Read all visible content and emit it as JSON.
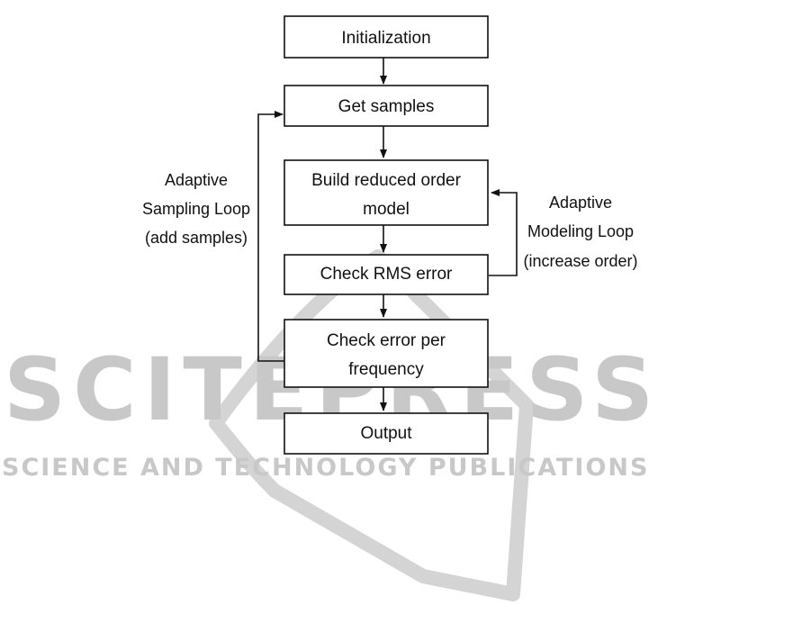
{
  "boxes": {
    "initialization": [
      "Initialization"
    ],
    "get_samples": [
      "Get samples"
    ],
    "build_model": [
      "Build reduced order",
      "model"
    ],
    "check_rms": [
      "Check RMS error"
    ],
    "check_error_freq": [
      "Check error per",
      "frequency"
    ],
    "output": [
      "Output"
    ]
  },
  "loops": {
    "sampling": [
      "Adaptive",
      "Sampling  Loop",
      "(add samples)"
    ],
    "modeling": [
      "Adaptive",
      "Modeling  Loop",
      "(increase order)"
    ]
  },
  "watermark": {
    "brand": "SCITEPRESS",
    "tagline": "SCIENCE AND TECHNOLOGY PUBLICATIONS"
  },
  "colors": {
    "box_stroke": "#111111",
    "arrow": "#111111",
    "watermark": "#c8c8c8"
  }
}
